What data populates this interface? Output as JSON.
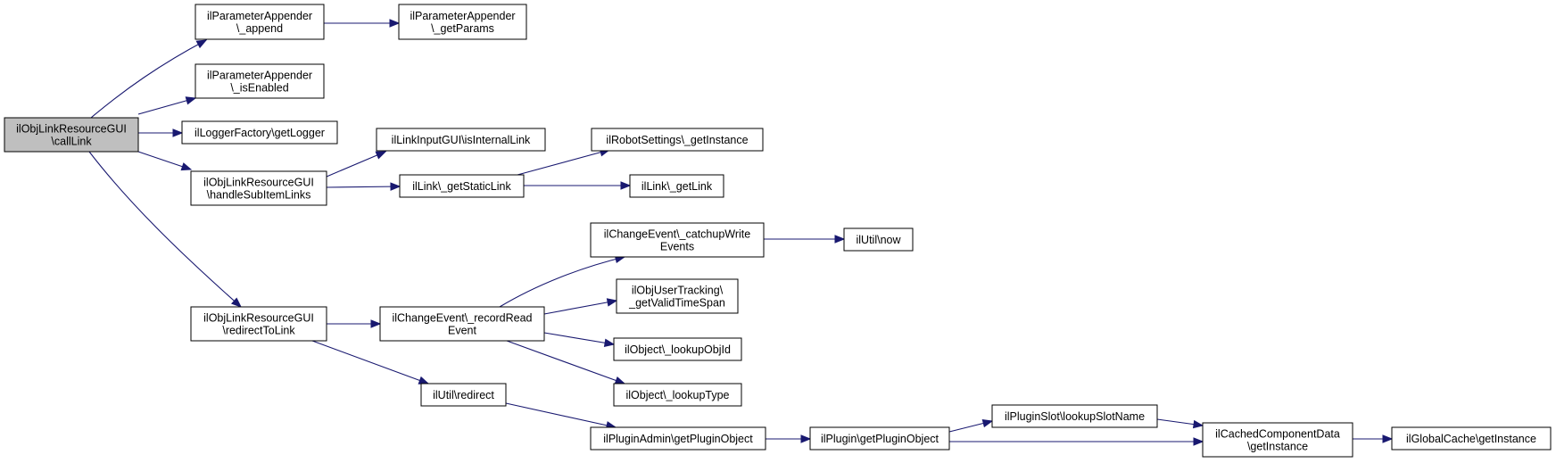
{
  "diagram": {
    "type": "call-graph",
    "nodes": [
      {
        "id": "callLink",
        "lines": [
          "ilObjLinkResourceGUI",
          "\\callLink"
        ],
        "root": true
      },
      {
        "id": "append",
        "lines": [
          "ilParameterAppender",
          "\\_append"
        ]
      },
      {
        "id": "getParams",
        "lines": [
          "ilParameterAppender",
          "\\_getParams"
        ]
      },
      {
        "id": "isEnabled",
        "lines": [
          "ilParameterAppender",
          "\\_isEnabled"
        ]
      },
      {
        "id": "getLogger",
        "lines": [
          "ilLoggerFactory\\getLogger"
        ]
      },
      {
        "id": "handleSubItemLinks",
        "lines": [
          "ilObjLinkResourceGUI",
          "\\handleSubItemLinks"
        ]
      },
      {
        "id": "isInternalLink",
        "lines": [
          "ilLinkInputGUI\\isInternalLink"
        ]
      },
      {
        "id": "getStaticLink",
        "lines": [
          "ilLink\\_getStaticLink"
        ]
      },
      {
        "id": "robotGetInstance",
        "lines": [
          "ilRobotSettings\\_getInstance"
        ]
      },
      {
        "id": "getLink",
        "lines": [
          "ilLink\\_getLink"
        ]
      },
      {
        "id": "catchupWriteEvents",
        "lines": [
          "ilChangeEvent\\_catchupWrite",
          "Events"
        ]
      },
      {
        "id": "now",
        "lines": [
          "ilUtil\\now"
        ]
      },
      {
        "id": "redirectToLink",
        "lines": [
          "ilObjLinkResourceGUI",
          "\\redirectToLink"
        ]
      },
      {
        "id": "recordReadEvent",
        "lines": [
          "ilChangeEvent\\_recordRead",
          "Event"
        ]
      },
      {
        "id": "getValidTimeSpan",
        "lines": [
          "ilObjUserTracking\\",
          "_getValidTimeSpan"
        ]
      },
      {
        "id": "lookupObjId",
        "lines": [
          "ilObject\\_lookupObjId"
        ]
      },
      {
        "id": "lookupType",
        "lines": [
          "ilObject\\_lookupType"
        ]
      },
      {
        "id": "redirect",
        "lines": [
          "ilUtil\\redirect"
        ]
      },
      {
        "id": "adminGetPluginObject",
        "lines": [
          "ilPluginAdmin\\getPluginObject"
        ]
      },
      {
        "id": "pluginGetPluginObject",
        "lines": [
          "ilPlugin\\getPluginObject"
        ]
      },
      {
        "id": "lookupSlotName",
        "lines": [
          "ilPluginSlot\\lookupSlotName"
        ]
      },
      {
        "id": "cachedGetInstance",
        "lines": [
          "ilCachedComponentData",
          "\\getInstance"
        ]
      },
      {
        "id": "globalGetInstance",
        "lines": [
          "ilGlobalCache\\getInstance"
        ]
      }
    ],
    "edges": [
      {
        "from": "callLink",
        "to": "append"
      },
      {
        "from": "callLink",
        "to": "isEnabled"
      },
      {
        "from": "callLink",
        "to": "getLogger"
      },
      {
        "from": "callLink",
        "to": "handleSubItemLinks"
      },
      {
        "from": "callLink",
        "to": "redirectToLink"
      },
      {
        "from": "append",
        "to": "getParams"
      },
      {
        "from": "handleSubItemLinks",
        "to": "isInternalLink"
      },
      {
        "from": "handleSubItemLinks",
        "to": "getStaticLink"
      },
      {
        "from": "getStaticLink",
        "to": "robotGetInstance"
      },
      {
        "from": "getStaticLink",
        "to": "getLink"
      },
      {
        "from": "redirectToLink",
        "to": "recordReadEvent"
      },
      {
        "from": "redirectToLink",
        "to": "redirect"
      },
      {
        "from": "recordReadEvent",
        "to": "catchupWriteEvents"
      },
      {
        "from": "recordReadEvent",
        "to": "getValidTimeSpan"
      },
      {
        "from": "recordReadEvent",
        "to": "lookupObjId"
      },
      {
        "from": "recordReadEvent",
        "to": "lookupType"
      },
      {
        "from": "catchupWriteEvents",
        "to": "now"
      },
      {
        "from": "redirect",
        "to": "adminGetPluginObject"
      },
      {
        "from": "adminGetPluginObject",
        "to": "pluginGetPluginObject"
      },
      {
        "from": "pluginGetPluginObject",
        "to": "lookupSlotName"
      },
      {
        "from": "pluginGetPluginObject",
        "to": "cachedGetInstance"
      },
      {
        "from": "lookupSlotName",
        "to": "cachedGetInstance"
      },
      {
        "from": "cachedGetInstance",
        "to": "globalGetInstance"
      }
    ]
  },
  "colors": {
    "edge": "#191970",
    "root_fill": "#bfbfbf",
    "node_fill": "#ffffff",
    "node_border": "#000000"
  }
}
